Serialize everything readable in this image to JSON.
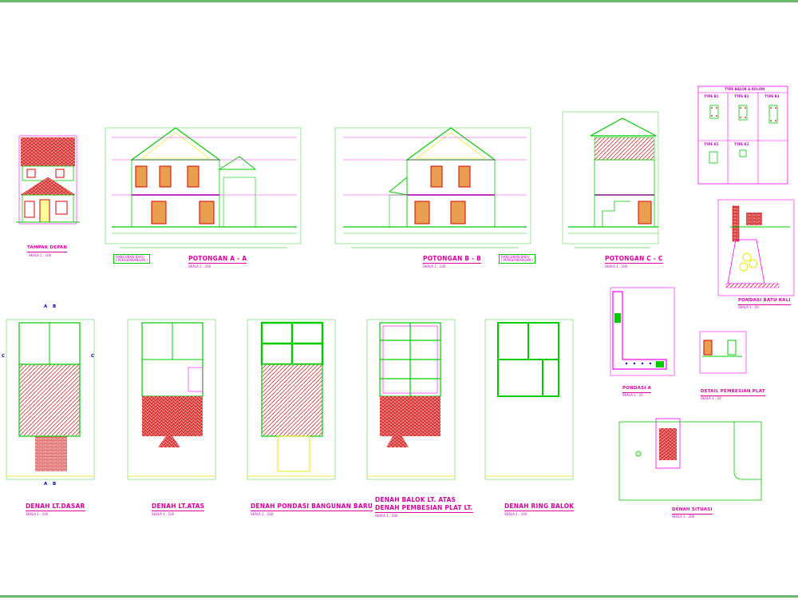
{
  "sheet": {
    "drawings": [
      {
        "id": "tampak-depan",
        "title": "TAMPAK DEPAN",
        "scale": "SKALA 1 : 100"
      },
      {
        "id": "potongan-aa",
        "title": "POTONGAN A - A",
        "scale": "SKALA 1 : 100"
      },
      {
        "id": "potongan-bb",
        "title": "POTONGAN B - B",
        "scale": "SKALA 1 : 100"
      },
      {
        "id": "potongan-cc",
        "title": "POTONGAN C - C",
        "scale": "SKALA 1 : 100"
      },
      {
        "id": "denah-lt-dasar",
        "title": "DENAH LT.DASAR",
        "scale": "SKALA 1 : 100"
      },
      {
        "id": "denah-lt-atas",
        "title": "DENAH LT.ATAS",
        "scale": "SKALA 1 : 100"
      },
      {
        "id": "denah-pondasi",
        "title": "DENAH PONDASI BANGUNAN BARU",
        "scale": "SKALA 1 : 100"
      },
      {
        "id": "denah-balok",
        "title": "DENAH BALOK LT. ATAS",
        "title2": "DENAH PEMBESIAN PLAT LT.",
        "scale": "SKALA 1 : 100"
      },
      {
        "id": "denah-ring-balok",
        "title": "DENAH RING BALOK",
        "scale": "SKALA 1 : 100"
      },
      {
        "id": "pondasi-a",
        "title": "PONDASI A",
        "scale": "SKALA 1 : 20"
      },
      {
        "id": "detail-pondasi-batu-kali",
        "title": "PONDASI BATU KALI",
        "scale": "SKALA 1 : 20"
      },
      {
        "id": "detail-pembesian-plat",
        "title": "DETAIL PEMBESIAN PLAT",
        "scale": "SKALA 1 : 20"
      },
      {
        "id": "denah-situasi",
        "title": "DENAH SITUASI",
        "scale": "SKALA 1 : 200"
      }
    ],
    "schedule": {
      "title": "TYPE BALOK & KOLOM",
      "cells": [
        "TYPE B1",
        "TYPE B2",
        "TYPE B3",
        "TYPE K1",
        "TYPE K2"
      ]
    },
    "legends": [
      {
        "line1": "BANGUNAN BARU",
        "line2": "( PENGEMBANGAN )"
      },
      {
        "line1": "BANGUNAN BARU",
        "line2": "( PENGEMBANGAN )"
      }
    ],
    "section_markers": [
      "A",
      "B",
      "A",
      "B",
      "C",
      "C"
    ],
    "colors": {
      "magenta": "#ff00ff",
      "green": "#00cc00",
      "red": "#dd0000",
      "yellow": "#e8e800",
      "blue": "#0000cc",
      "cyan": "#00cccc",
      "frame": "#6ab86a"
    }
  }
}
